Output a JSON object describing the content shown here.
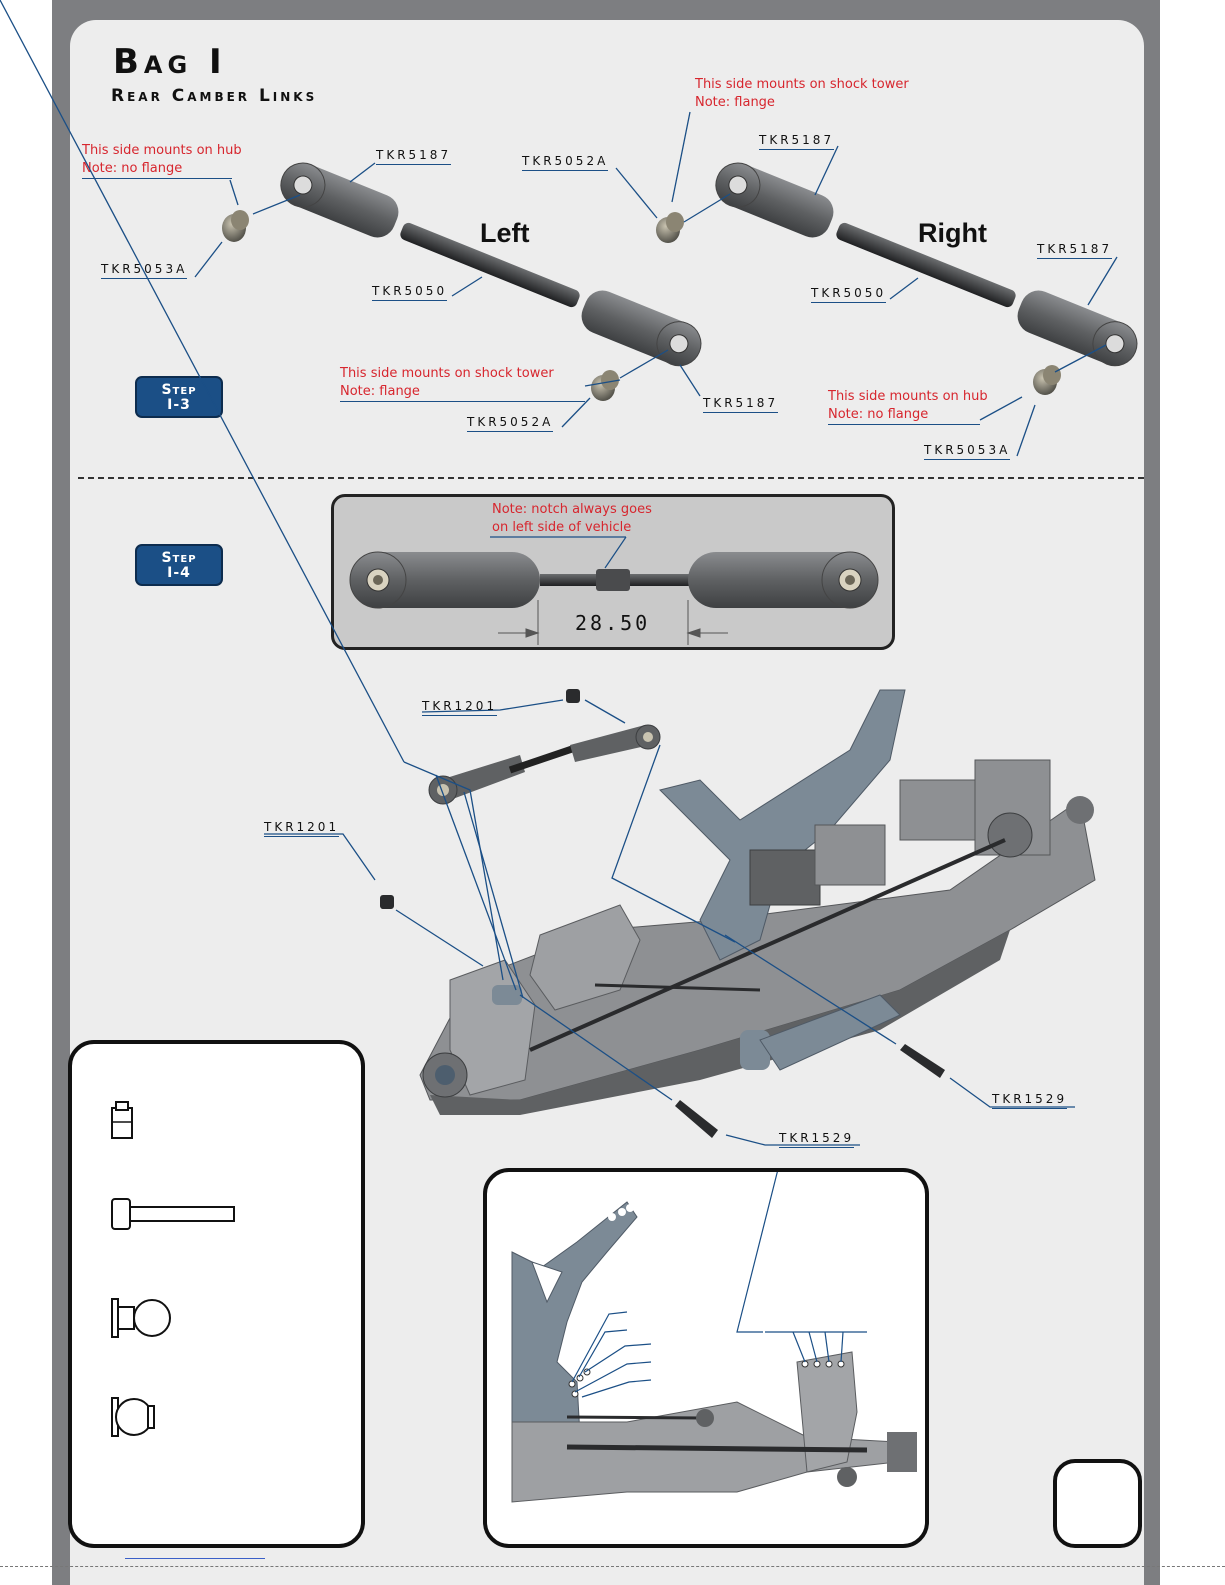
{
  "header": {
    "title": "Bag I",
    "subtitle": "Rear Camber Links"
  },
  "step_a": {
    "label": "Step",
    "number": "I-3"
  },
  "step_b": {
    "label": "Step",
    "number": "I-4"
  },
  "left_link": {
    "side_label": "Left",
    "note_hub": [
      "This side mounts on hub",
      "Note: no flange"
    ],
    "note_tower": [
      "This side mounts on shock tower",
      "Note: flange"
    ],
    "rod_end_top": "TKR5187",
    "rod_end_bottom": "TKR5187",
    "turnbuckle": "TKR5050",
    "ball_hub": "TKR5053A",
    "ball_tower": "TKR5052A"
  },
  "right_link": {
    "side_label": "Right",
    "note_tower": [
      "This side mounts on shock tower",
      "Note: flange"
    ],
    "note_hub": [
      "This side mounts on hub",
      "Note: no flange"
    ],
    "rod_end_top": "TKR5187",
    "rod_end_bottom": "TKR5187",
    "turnbuckle": "TKR5050",
    "ball_tower": "TKR5052A",
    "ball_hub": "TKR5053A"
  },
  "dimension": {
    "note": [
      "Note: notch always goes",
      "on left side of vehicle"
    ],
    "value": "28.50"
  },
  "assembly": {
    "nut_top": "TKR1201",
    "nut_left": "TKR1201",
    "screw_right": "TKR1529",
    "screw_bottom": "TKR1529"
  },
  "colors": {
    "frame": "#7d7e81",
    "panel": "#ededed",
    "accent_blue": "#1b4f86",
    "note_red": "#d7262e",
    "part_gray": "#5f6163"
  },
  "legend_icons": [
    "locknut-icon",
    "cap-screw-icon",
    "flanged-ball-icon",
    "ball-icon"
  ]
}
